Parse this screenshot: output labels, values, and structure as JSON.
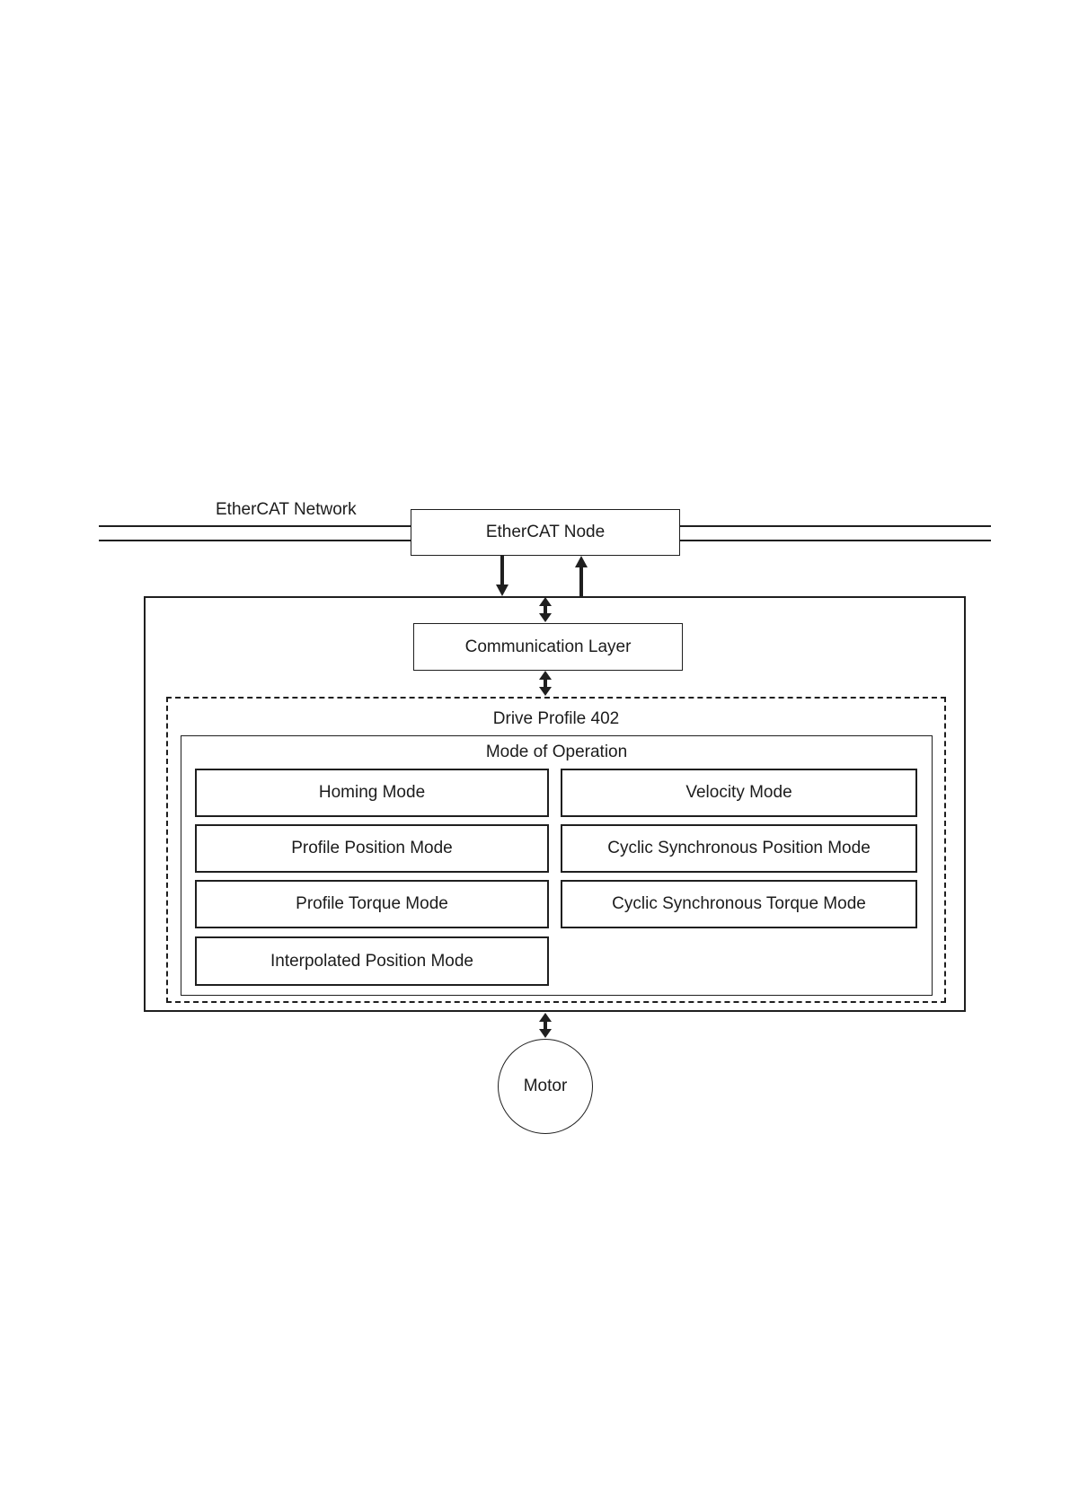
{
  "diagram": {
    "network": {
      "label": "EtherCAT Network"
    },
    "node": {
      "label": "EtherCAT Node"
    },
    "communication_layer": {
      "label": "Communication Layer"
    },
    "drive_profile": {
      "label": "Drive Profile 402"
    },
    "mode_of_operation": {
      "label": "Mode of Operation"
    },
    "modes": [
      {
        "label": "Homing Mode",
        "column": "left",
        "row": 1
      },
      {
        "label": "Velocity Mode",
        "column": "right",
        "row": 1
      },
      {
        "label": "Profile Position Mode",
        "column": "left",
        "row": 2
      },
      {
        "label": "Cyclic Synchronous Position Mode",
        "column": "right",
        "row": 2
      },
      {
        "label": "Profile Torque Mode",
        "column": "left",
        "row": 3
      },
      {
        "label": "Cyclic Synchronous Torque Mode",
        "column": "right",
        "row": 3
      },
      {
        "label": "Interpolated Position Mode",
        "column": "left",
        "row": 4
      }
    ],
    "motor": {
      "label": "Motor"
    },
    "colors": {
      "line": "#1f1f1f",
      "background": "#ffffff",
      "text": "#1c1c1c"
    }
  }
}
